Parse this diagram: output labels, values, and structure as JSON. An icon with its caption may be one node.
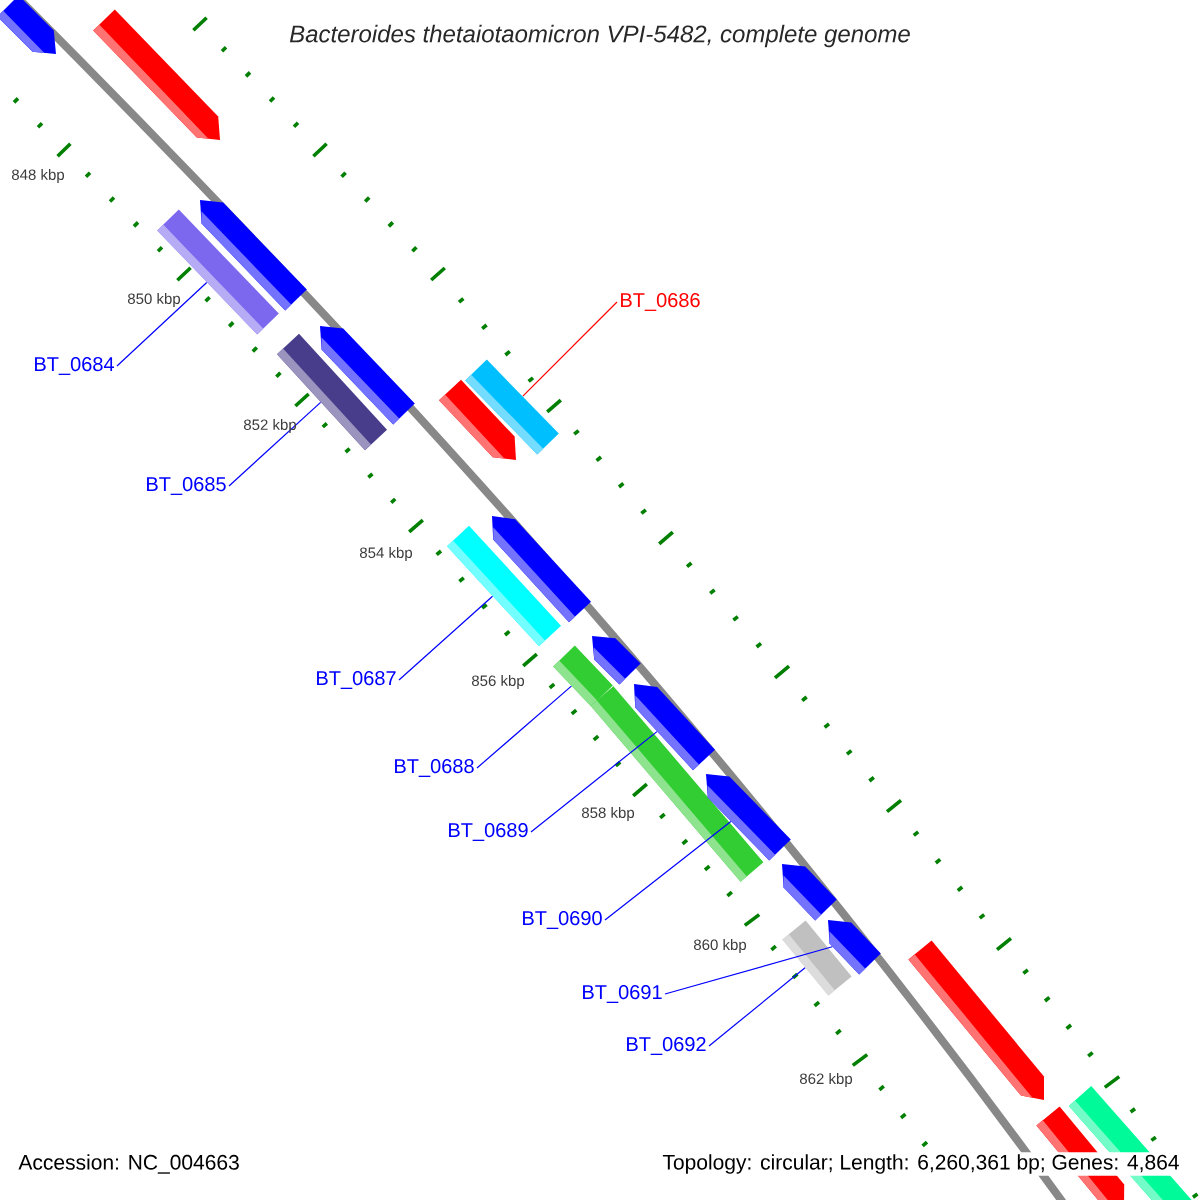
{
  "diagram": {
    "title": "Bacteroides thetaiotaomicron VPI-5482, complete genome",
    "nodes": [
      {
        "text": [],
        "shape": "bar"
      },
      {
        "text": [],
        "shape": "bar"
      },
      {
        "text": [],
        "shape": "bar"
      },
      {
        "text": [],
        "shape": "bar"
      },
      {
        "text": [],
        "shape": "bar"
      },
      {
        "text": [],
        "shape": "bar"
      },
      {
        "text": [],
        "shape": "bar"
      },
      {
        "text": [],
        "shape": "bar"
      },
      {
        "text": [],
        "shape": "bar"
      },
      {
        "text": [],
        "shape": "bar"
      },
      {
        "text": [],
        "shape": "bar"
      },
      {
        "text": [],
        "shape": "bar"
      },
      {
        "text": [],
        "shape": "bar"
      },
      {
        "text": [],
        "shape": "bar"
      },
      {
        "text": [],
        "shape": "bar"
      },
      {
        "text": [],
        "shape": "bar"
      },
      {
        "text": [],
        "shape": "bar"
      },
      {
        "text": [],
        "shape": "bar"
      },
      {
        "text": [],
        "shape": "bar"
      },
      {
        "text": [],
        "shape": "bar"
      },
      {
        "text": [],
        "shape": "bar"
      },
      {
        "text": [
          "BT_0684"
        ]
      },
      {
        "text": [
          "BT_0685"
        ]
      },
      {
        "text": [
          "BT_0686"
        ]
      },
      {
        "text": [
          "BT_0687"
        ]
      },
      {
        "text": [
          "BT_0688"
        ]
      },
      {
        "text": [
          "BT_0689"
        ]
      },
      {
        "text": [
          "BT_0690"
        ]
      },
      {
        "text": [
          "BT_0691"
        ]
      },
      {
        "text": [
          "BT_0692"
        ]
      }
    ],
    "edges": [
      {
        "from": 21,
        "to": 2,
        "arrow": "none"
      },
      {
        "from": 22,
        "to": 4,
        "arrow": "none"
      },
      {
        "from": 23,
        "to": 7,
        "arrow": "none",
        "color": "#ff0000"
      },
      {
        "from": 24,
        "to": 8,
        "arrow": "none"
      },
      {
        "from": 25,
        "to": 11,
        "arrow": "none"
      },
      {
        "from": 26,
        "to": 12,
        "arrow": "none"
      },
      {
        "from": 27,
        "to": 14,
        "arrow": "none"
      },
      {
        "from": 28,
        "to": 16,
        "arrow": "none"
      },
      {
        "from": 29,
        "to": 17,
        "arrow": "none"
      }
    ],
    "labels": [
      "848 kbp",
      "850 kbp",
      "852 kbp",
      "854 kbp",
      "856 kbp",
      "858 kbp",
      "860 kbp",
      "862 kbp",
      "Accession: NC_004663",
      "Topology: circular; Length: 6,260,361 bp; Genes: 4,864"
    ]
  }
}
